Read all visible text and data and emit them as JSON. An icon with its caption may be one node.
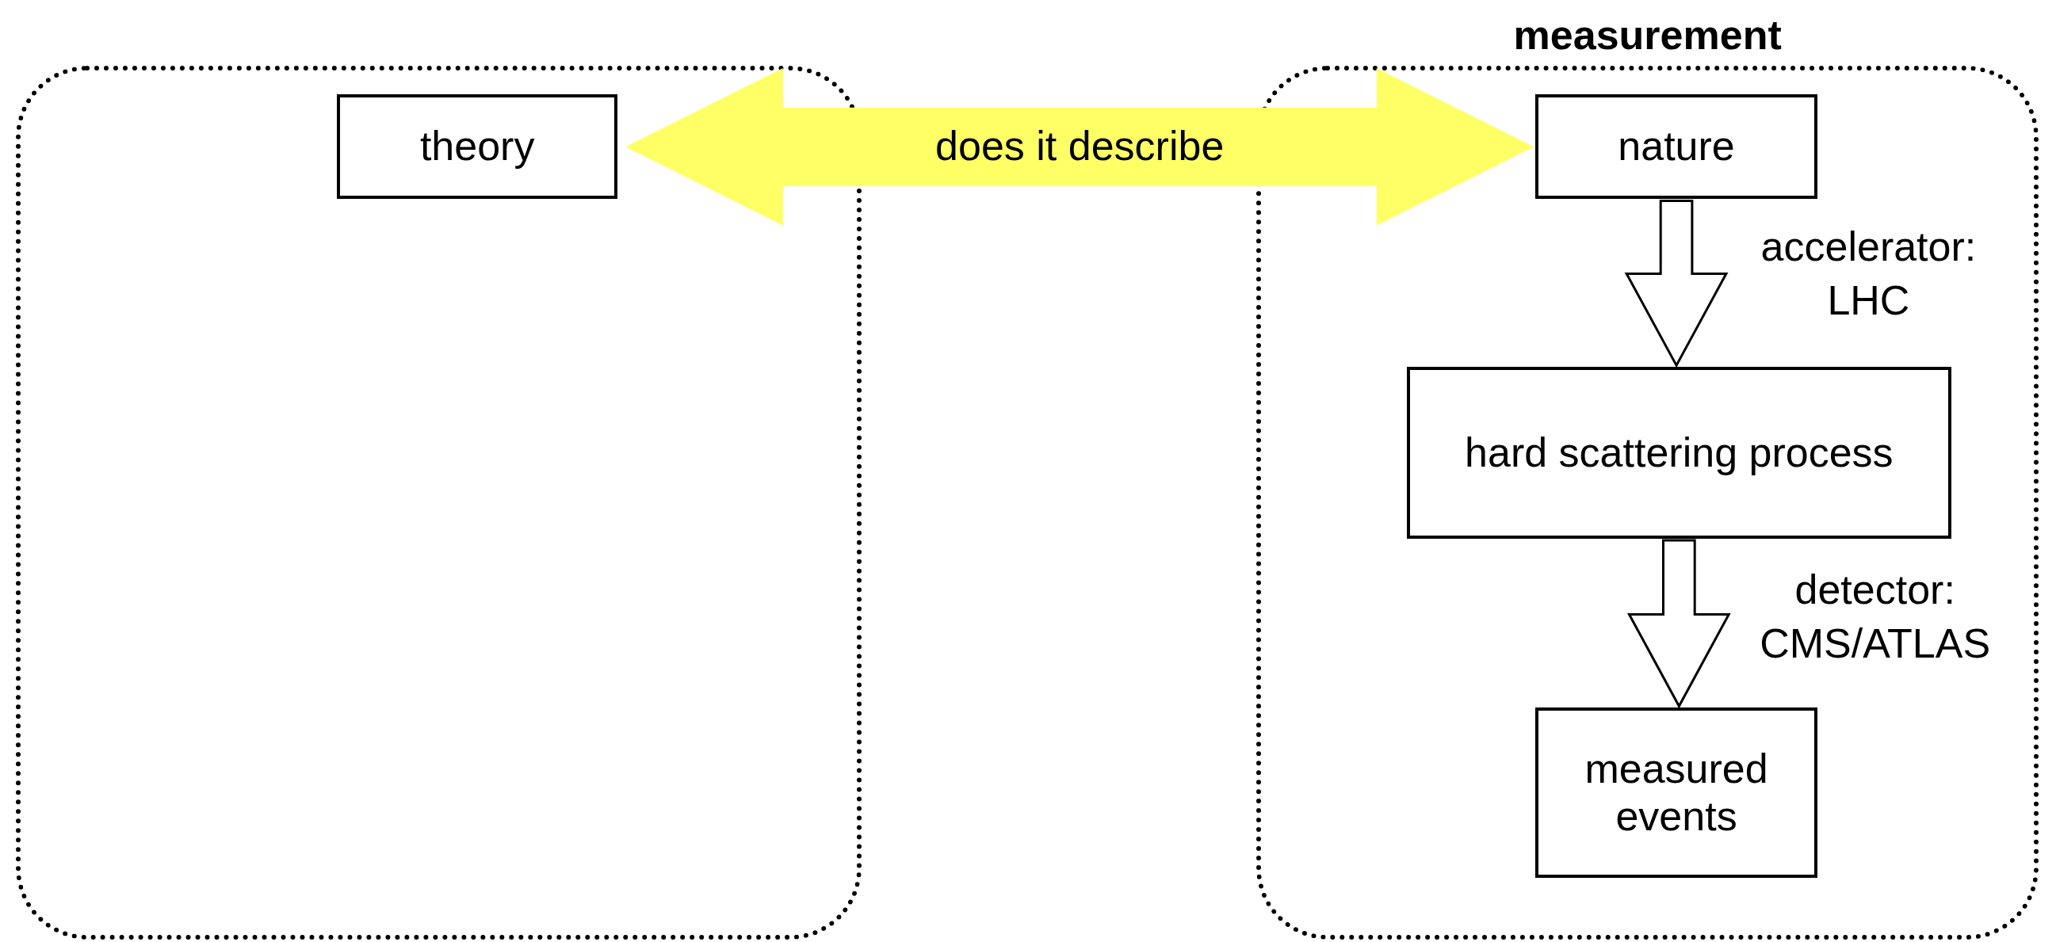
{
  "diagram": {
    "nodes": [
      {
        "text": [],
        "shape": "box"
      },
      {
        "text": [
          "theory"
        ],
        "in": 0
      },
      {
        "text": [
          "measurement"
        ]
      },
      {
        "text": [
          "nature"
        ],
        "in": 2
      },
      {
        "text": [
          "hard scattering process"
        ],
        "in": 2
      },
      {
        "text": [
          "measured events"
        ],
        "in": 2
      }
    ],
    "edges": [
      {
        "from": 1,
        "to": 3,
        "arrow": "both",
        "label": "does it describe",
        "style": "thick",
        "color": "#ffff66"
      },
      {
        "from": 3,
        "to": 4,
        "arrow": "to",
        "label": "accelerator: LHC"
      },
      {
        "from": 4,
        "to": 5,
        "arrow": "to",
        "label": "detector: CMS/ATLAS"
      }
    ]
  }
}
